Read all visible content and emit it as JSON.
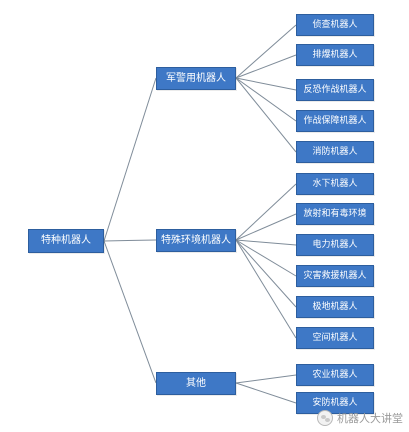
{
  "root": {
    "label": "特种机器人"
  },
  "categories": [
    {
      "label": "军警用机器人",
      "children": [
        "侦查机器人",
        "排爆机器人",
        "反恐作战机器人",
        "作战保障机器人",
        "消防机器人"
      ]
    },
    {
      "label": "特殊环境机器人",
      "children": [
        "水下机器人",
        "放射和有毒环境",
        "电力机器人",
        "灾害救援机器人",
        "极地机器人",
        "空间机器人"
      ]
    },
    {
      "label": "其他",
      "children": [
        "农业机器人",
        "安防机器人"
      ]
    }
  ],
  "watermark": {
    "text": "机器人大讲堂",
    "icon": "wechat-icon"
  },
  "colors": {
    "node_fill": "#3e78c6",
    "node_text": "#ffffff",
    "connector": "#7f8c99"
  }
}
